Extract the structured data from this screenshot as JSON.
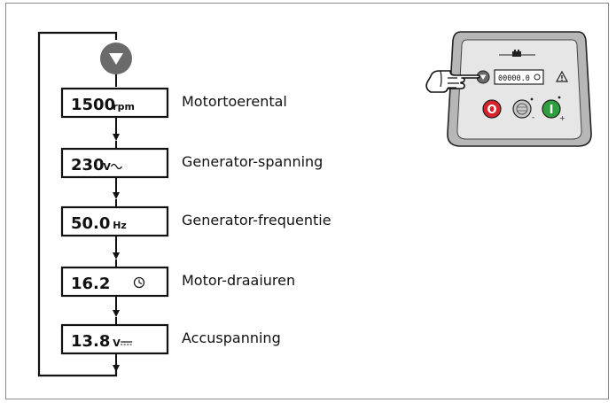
{
  "rows": [
    {
      "value": "1500",
      "unit": "rpm",
      "unit_kind": "text",
      "label": "Motortoerental"
    },
    {
      "value": "230",
      "unit": "V",
      "unit_kind": "ac",
      "label": "Generator-spanning"
    },
    {
      "value": "50.0",
      "unit": "Hz",
      "unit_kind": "text",
      "label": "Generator-frequentie"
    },
    {
      "value": "16.2",
      "unit": "",
      "unit_kind": "hours-icon",
      "label": "Motor-draaiuren"
    },
    {
      "value": "13.8",
      "unit": "V",
      "unit_kind": "dc",
      "label": "Accuspanning"
    }
  ],
  "panel": {
    "display": "00000.0",
    "stop_button_glyph": "O",
    "start_button_glyph": "I",
    "minus_glyph": "-",
    "plus_glyph": "+",
    "warning_glyph": "!"
  },
  "colors": {
    "stop_red": "#d8232a",
    "start_green": "#2e9e3e",
    "scroll_button_gray": "#6a6a6a",
    "panel_face": "#e6e6e6",
    "panel_bezel": "#b7b7b7"
  }
}
